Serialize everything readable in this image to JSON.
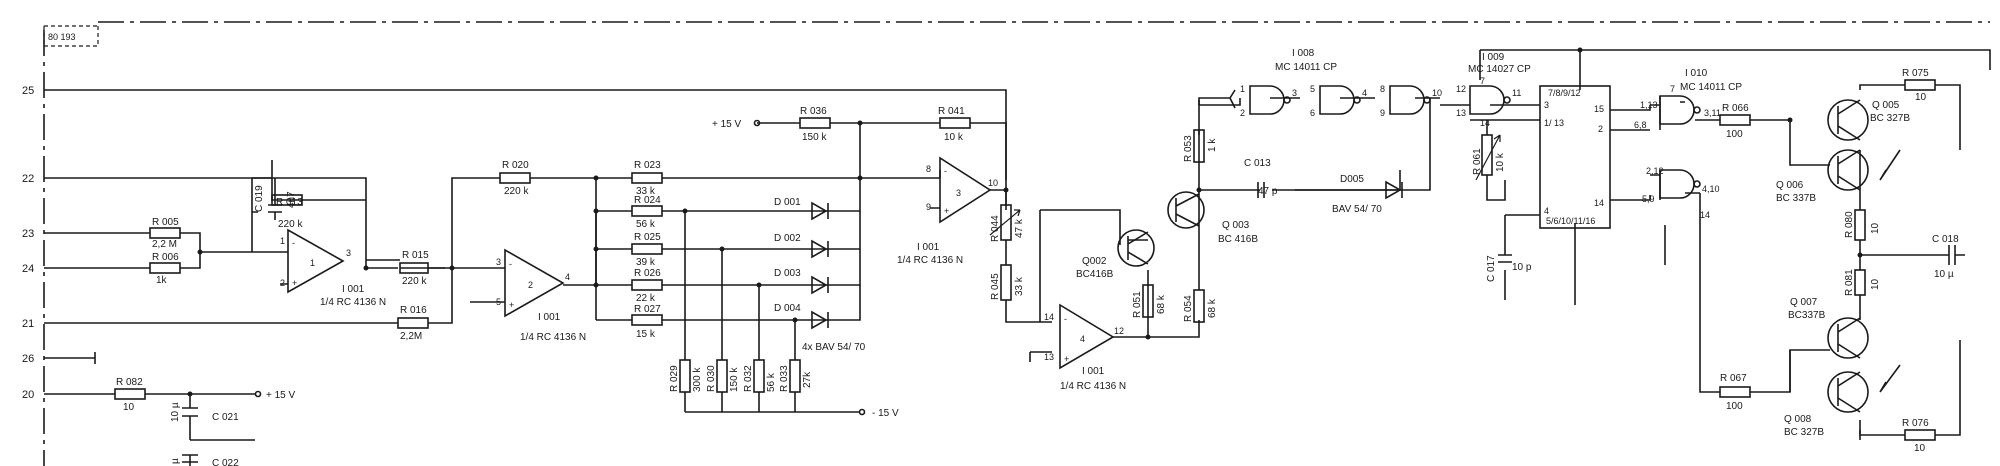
{
  "sheet": {
    "ref": "80 193"
  },
  "terminals": [
    {
      "id": "t25",
      "label": "25"
    },
    {
      "id": "t22",
      "label": "22"
    },
    {
      "id": "t23",
      "label": "23"
    },
    {
      "id": "t24",
      "label": "24"
    },
    {
      "id": "t21",
      "label": "21"
    },
    {
      "id": "t26",
      "label": "26"
    },
    {
      "id": "t20",
      "label": "20"
    }
  ],
  "rails": {
    "p15_top": "+ 15 V",
    "p15_left": "+ 15 V",
    "m15": "- 15 V"
  },
  "resistors": {
    "r005": {
      "name": "R 005",
      "value": "2,2 M"
    },
    "r006": {
      "name": "R 006",
      "value": "1k"
    },
    "r013": {
      "name": "R 013",
      "value": "220 k"
    },
    "r015": {
      "name": "R 015",
      "value": "220 k"
    },
    "r016": {
      "name": "R 016",
      "value": "2,2M"
    },
    "r020": {
      "name": "R 020",
      "value": "220 k"
    },
    "r023": {
      "name": "R 023",
      "value": "33 k"
    },
    "r024": {
      "name": "R 024",
      "value": "56 k"
    },
    "r025": {
      "name": "R 025",
      "value": "39 k"
    },
    "r026": {
      "name": "R 026",
      "value": "22 k"
    },
    "r027": {
      "name": "R 027",
      "value": "15 k"
    },
    "r029": {
      "name": "R 029",
      "value": "300 k"
    },
    "r030": {
      "name": "R 030",
      "value": "150 k"
    },
    "r032": {
      "name": "R 032",
      "value": "56 k"
    },
    "r033": {
      "name": "R 033",
      "value": "27k"
    },
    "r036": {
      "name": "R 036",
      "value": "150 k"
    },
    "r041": {
      "name": "R 041",
      "value": "10 k"
    },
    "r044": {
      "name": "R 044",
      "value": "47 k"
    },
    "r045": {
      "name": "R 045",
      "value": "33 k"
    },
    "r051": {
      "name": "R 051",
      "value": "68 k"
    },
    "r053": {
      "name": "R 053",
      "value": "1 k"
    },
    "r054": {
      "name": "R 054",
      "value": "68 k"
    },
    "r061": {
      "name": "R 061",
      "value": "10 k"
    },
    "r066": {
      "name": "R 066",
      "value": "100"
    },
    "r067": {
      "name": "R 067",
      "value": "100"
    },
    "r075": {
      "name": "R 075",
      "value": "10"
    },
    "r076": {
      "name": "R 076",
      "value": "10"
    },
    "r080": {
      "name": "R 080",
      "value": "10"
    },
    "r081": {
      "name": "R 081",
      "value": "10"
    },
    "r082": {
      "name": "R 082",
      "value": "10"
    }
  },
  "capacitors": {
    "c019": {
      "name": "C 019",
      "value": "4n7"
    },
    "c013": {
      "name": "C 013",
      "value": "47 p"
    },
    "c017": {
      "name": "C 017",
      "value": "10 p"
    },
    "c018": {
      "name": "C 018",
      "value": "10 µ"
    },
    "c021": {
      "name": "C 021",
      "value": "10 µ"
    },
    "c022": {
      "name": "C 022",
      "value": "µ"
    }
  },
  "diodes": {
    "d001": "D 001",
    "d002": "D 002",
    "d003": "D 003",
    "d004": "D 004",
    "group_note": "4x BAV 54/ 70",
    "d005": "D005",
    "d005_type": "BAV 54/ 70"
  },
  "opamps": {
    "u1": {
      "name": "I 001",
      "part": "1/4 RC 4136 N"
    },
    "u2": {
      "name": "I 001",
      "part": "1/4 RC 4136 N"
    },
    "u3": {
      "name": "I 001",
      "part": "1/4 RC 4136 N"
    },
    "u4": {
      "name": "I 001",
      "part": "1/4 RC 4136 N"
    }
  },
  "transistors": {
    "q002": {
      "name": "Q002",
      "type": "BC416B"
    },
    "q003": {
      "name": "Q 003",
      "type": "BC 416B"
    },
    "q005": {
      "name": "Q 005",
      "type": "BC 327B"
    },
    "q006": {
      "name": "Q 006",
      "type": "BC 337B"
    },
    "q007": {
      "name": "Q 007",
      "type": "BC337B"
    },
    "q008": {
      "name": "Q 008",
      "type": "BC 327B"
    }
  },
  "ics": {
    "i008": {
      "name": "I 008",
      "part": "MC 14011 CP"
    },
    "i009": {
      "name": "I 009",
      "part": "MC 14027 CP",
      "pins_top": "7/8/9/12",
      "pins_bottom": "5/6/10/11/16"
    },
    "i010": {
      "name": "I 010",
      "part": "MC 14011 CP"
    }
  }
}
